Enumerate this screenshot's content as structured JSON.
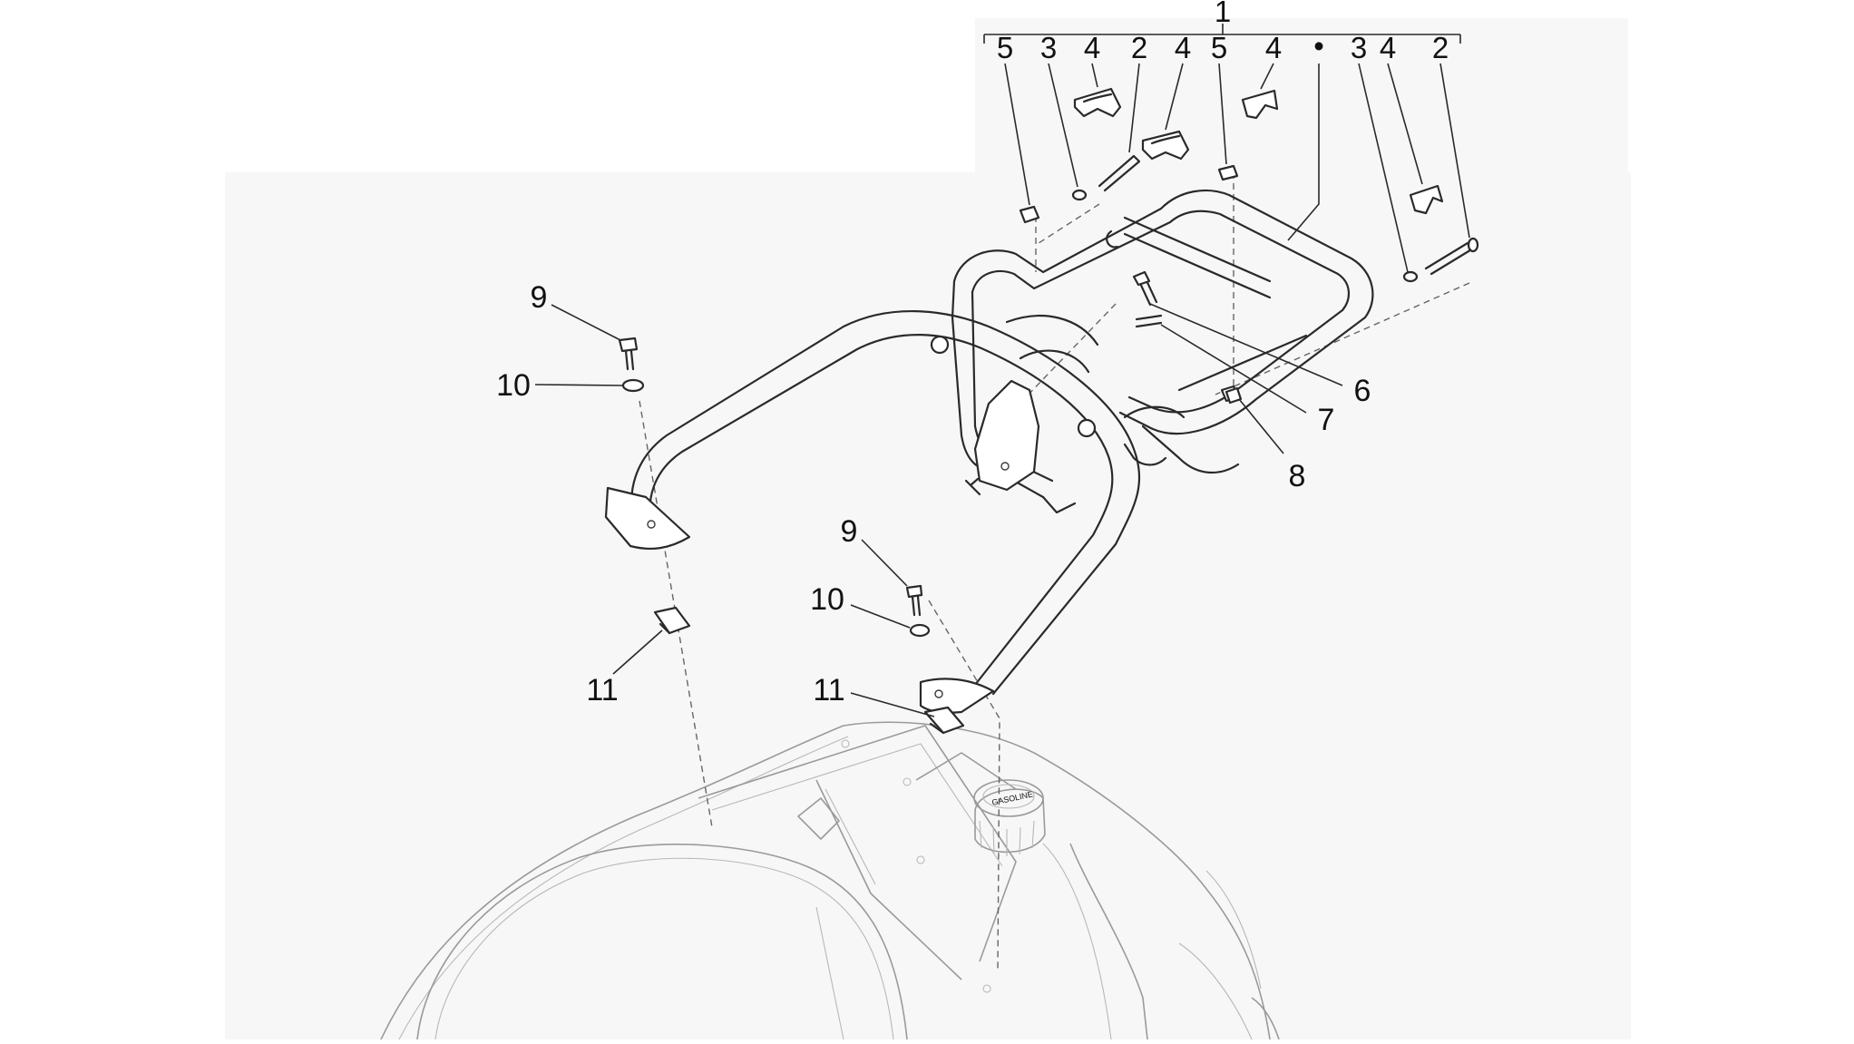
{
  "diagram": {
    "group_label": "1",
    "top_row_labels": [
      "5",
      "3",
      "4",
      "2",
      "4",
      "5",
      "4",
      "•",
      "3",
      "4",
      "2"
    ],
    "callouts": {
      "c6": "6",
      "c7": "7",
      "c8": "8",
      "c9_left": "9",
      "c10_left": "10",
      "c11_left": "11",
      "c9_right": "9",
      "c10_right": "10",
      "c11_right": "11"
    },
    "cap_text": "GASOLINE",
    "colors": {
      "line": "#2a2a2a",
      "ghost_line": "#9a9a9a",
      "background": "#ffffff",
      "panel": "#f6f6f6"
    }
  }
}
